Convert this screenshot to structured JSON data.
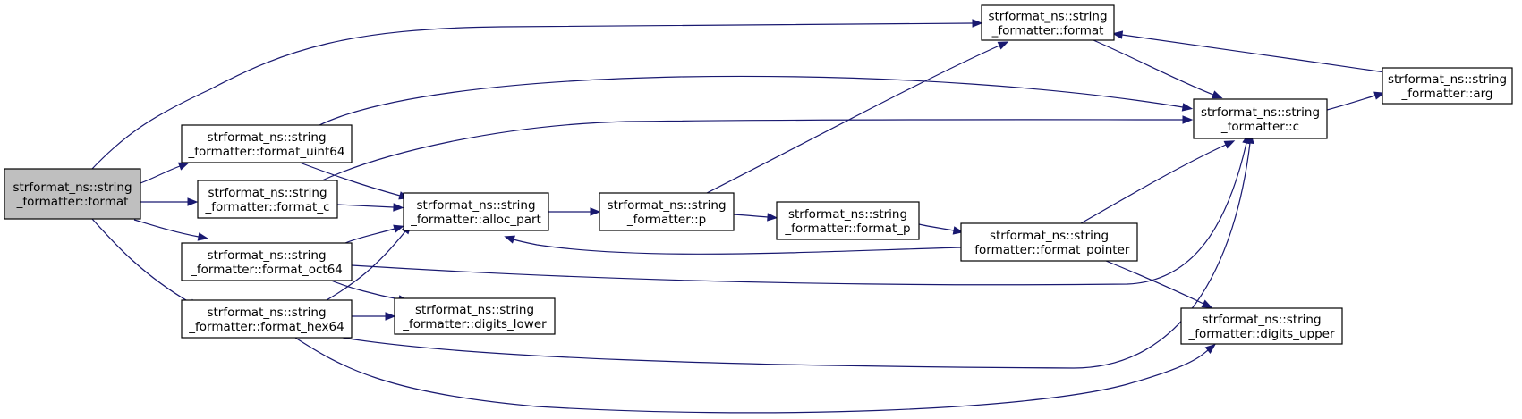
{
  "graph": {
    "nodes": [
      {
        "id": "root",
        "line1": "strformat_ns::string",
        "line2": "_formatter::format"
      },
      {
        "id": "format_uint64",
        "line1": "strformat_ns::string",
        "line2": "_formatter::format_uint64"
      },
      {
        "id": "format_c",
        "line1": "strformat_ns::string",
        "line2": "_formatter::format_c"
      },
      {
        "id": "format_oct64",
        "line1": "strformat_ns::string",
        "line2": "_formatter::format_oct64"
      },
      {
        "id": "format_hex64",
        "line1": "strformat_ns::string",
        "line2": "_formatter::format_hex64"
      },
      {
        "id": "alloc_part",
        "line1": "strformat_ns::string",
        "line2": "_formatter::alloc_part"
      },
      {
        "id": "digits_lower",
        "line1": "strformat_ns::string",
        "line2": "_formatter::digits_lower"
      },
      {
        "id": "p",
        "line1": "strformat_ns::string",
        "line2": "_formatter::p"
      },
      {
        "id": "format_p",
        "line1": "strformat_ns::string",
        "line2": "_formatter::format_p"
      },
      {
        "id": "format_pointer",
        "line1": "strformat_ns::string",
        "line2": "_formatter::format_pointer"
      },
      {
        "id": "format_top",
        "line1": "strformat_ns::string",
        "line2": "_formatter::format"
      },
      {
        "id": "c",
        "line1": "strformat_ns::string",
        "line2": "_formatter::c"
      },
      {
        "id": "digits_upper",
        "line1": "strformat_ns::string",
        "line2": "_formatter::digits_upper"
      },
      {
        "id": "arg",
        "line1": "strformat_ns::string",
        "line2": "_formatter::arg"
      }
    ],
    "edges": [
      {
        "from": "root",
        "to": "format_top"
      },
      {
        "from": "root",
        "to": "format_uint64"
      },
      {
        "from": "root",
        "to": "format_c"
      },
      {
        "from": "root",
        "to": "format_oct64"
      },
      {
        "from": "root",
        "to": "format_hex64"
      },
      {
        "from": "format_uint64",
        "to": "c"
      },
      {
        "from": "format_uint64",
        "to": "alloc_part"
      },
      {
        "from": "format_c",
        "to": "c"
      },
      {
        "from": "format_c",
        "to": "alloc_part"
      },
      {
        "from": "format_oct64",
        "to": "alloc_part"
      },
      {
        "from": "format_oct64",
        "to": "digits_lower"
      },
      {
        "from": "format_oct64",
        "to": "c"
      },
      {
        "from": "format_hex64",
        "to": "alloc_part"
      },
      {
        "from": "format_hex64",
        "to": "digits_lower"
      },
      {
        "from": "format_hex64",
        "to": "c"
      },
      {
        "from": "format_hex64",
        "to": "digits_upper"
      },
      {
        "from": "alloc_part",
        "to": "p"
      },
      {
        "from": "p",
        "to": "format_top"
      },
      {
        "from": "p",
        "to": "format_p"
      },
      {
        "from": "format_p",
        "to": "format_pointer"
      },
      {
        "from": "format_pointer",
        "to": "alloc_part"
      },
      {
        "from": "format_pointer",
        "to": "c"
      },
      {
        "from": "format_pointer",
        "to": "digits_upper"
      },
      {
        "from": "format_top",
        "to": "c"
      },
      {
        "from": "c",
        "to": "arg"
      },
      {
        "from": "arg",
        "to": "format_top"
      }
    ]
  }
}
